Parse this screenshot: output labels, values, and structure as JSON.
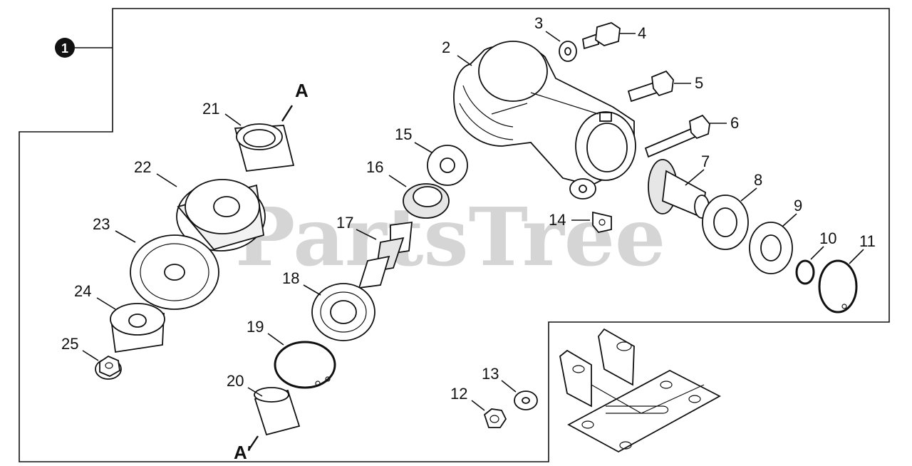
{
  "watermark": "PartsTree",
  "assembly_callout": "1",
  "section_labels": {
    "a_top": "A",
    "a_bottom": "A′"
  },
  "part_labels": {
    "p2": "2",
    "p3": "3",
    "p4": "4",
    "p5": "5",
    "p6": "6",
    "p7": "7",
    "p8": "8",
    "p9": "9",
    "p10": "10",
    "p11": "11",
    "p12": "12",
    "p13": "13",
    "p14": "14",
    "p15": "15",
    "p16": "16",
    "p17": "17",
    "p18": "18",
    "p19": "19",
    "p20": "20",
    "p21": "21",
    "p22": "22",
    "p23": "23",
    "p24": "24",
    "p25": "25"
  }
}
